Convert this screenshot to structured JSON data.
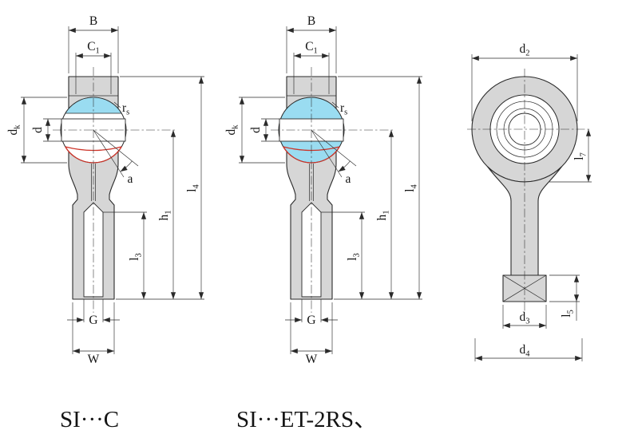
{
  "diagram": {
    "background": "#ffffff",
    "colors": {
      "metal": "#d6d6d6",
      "bearing": "#9adcf1",
      "seal": "#cc3328",
      "line": "#2a2a2a"
    },
    "captions": {
      "left": "SI···C",
      "middle": "SI···ET-2RS、"
    },
    "labels": {
      "B": {
        "base": "B",
        "sub": ""
      },
      "C1": {
        "base": "C",
        "sub": "1"
      },
      "rs": {
        "base": "r",
        "sub": "s"
      },
      "dk": {
        "base": "d",
        "sub": "k"
      },
      "d": {
        "base": "d",
        "sub": ""
      },
      "a": {
        "base": "a",
        "sub": ""
      },
      "h1": {
        "base": "h",
        "sub": "1"
      },
      "l4": {
        "base": "l",
        "sub": "4"
      },
      "l3": {
        "base": "l",
        "sub": "3"
      },
      "G": {
        "base": "G",
        "sub": ""
      },
      "W": {
        "base": "W",
        "sub": ""
      },
      "d2": {
        "base": "d",
        "sub": "2"
      },
      "l7": {
        "base": "l",
        "sub": "7"
      },
      "d3": {
        "base": "d",
        "sub": "3"
      },
      "l5": {
        "base": "l",
        "sub": "5"
      },
      "d4": {
        "base": "d",
        "sub": "4"
      }
    }
  }
}
